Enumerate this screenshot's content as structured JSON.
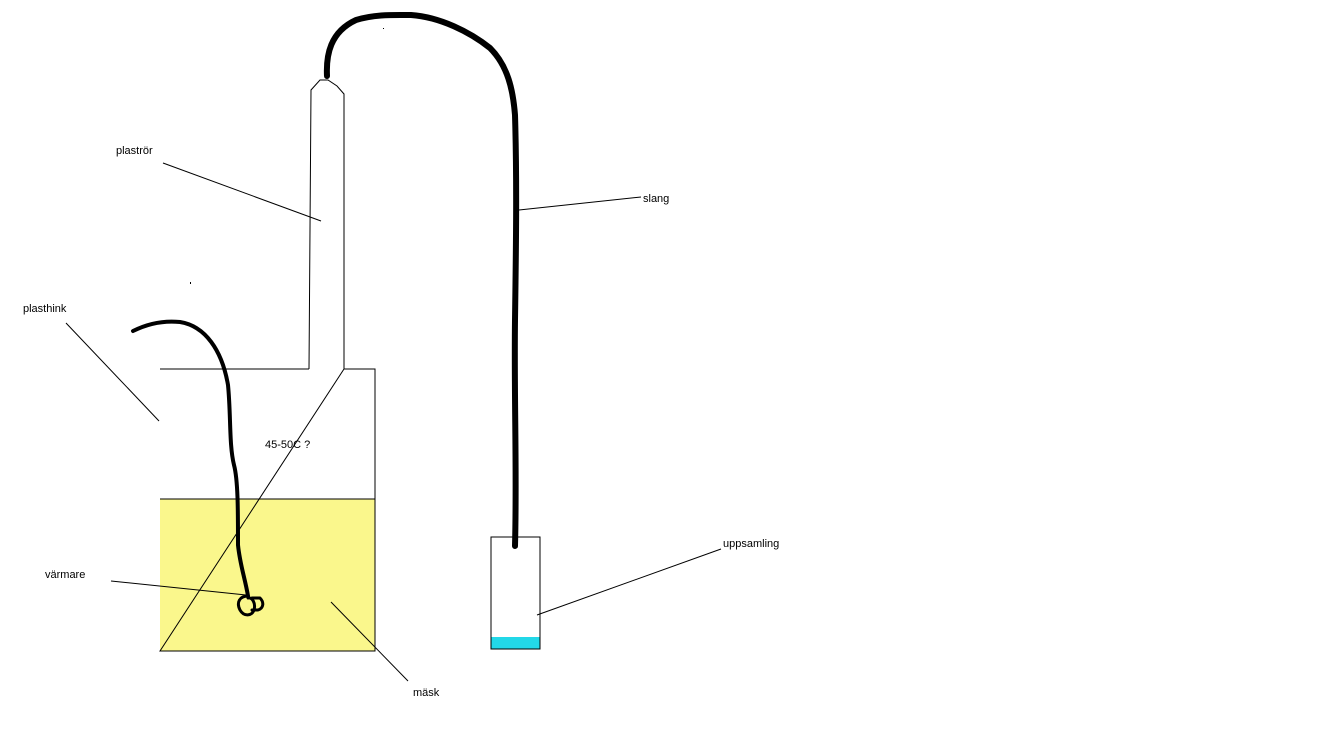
{
  "labels": {
    "plastror": "plaströr",
    "plasthink": "plasthink",
    "varmare": "värmare",
    "mask": "mäsk",
    "slang": "slang",
    "uppsamling": "uppsamling",
    "temperature": "45-50C ?"
  },
  "colors": {
    "mash": "#FAF78C",
    "collected": "#22D8E8",
    "line": "#000000",
    "background": "#FFFFFF"
  }
}
